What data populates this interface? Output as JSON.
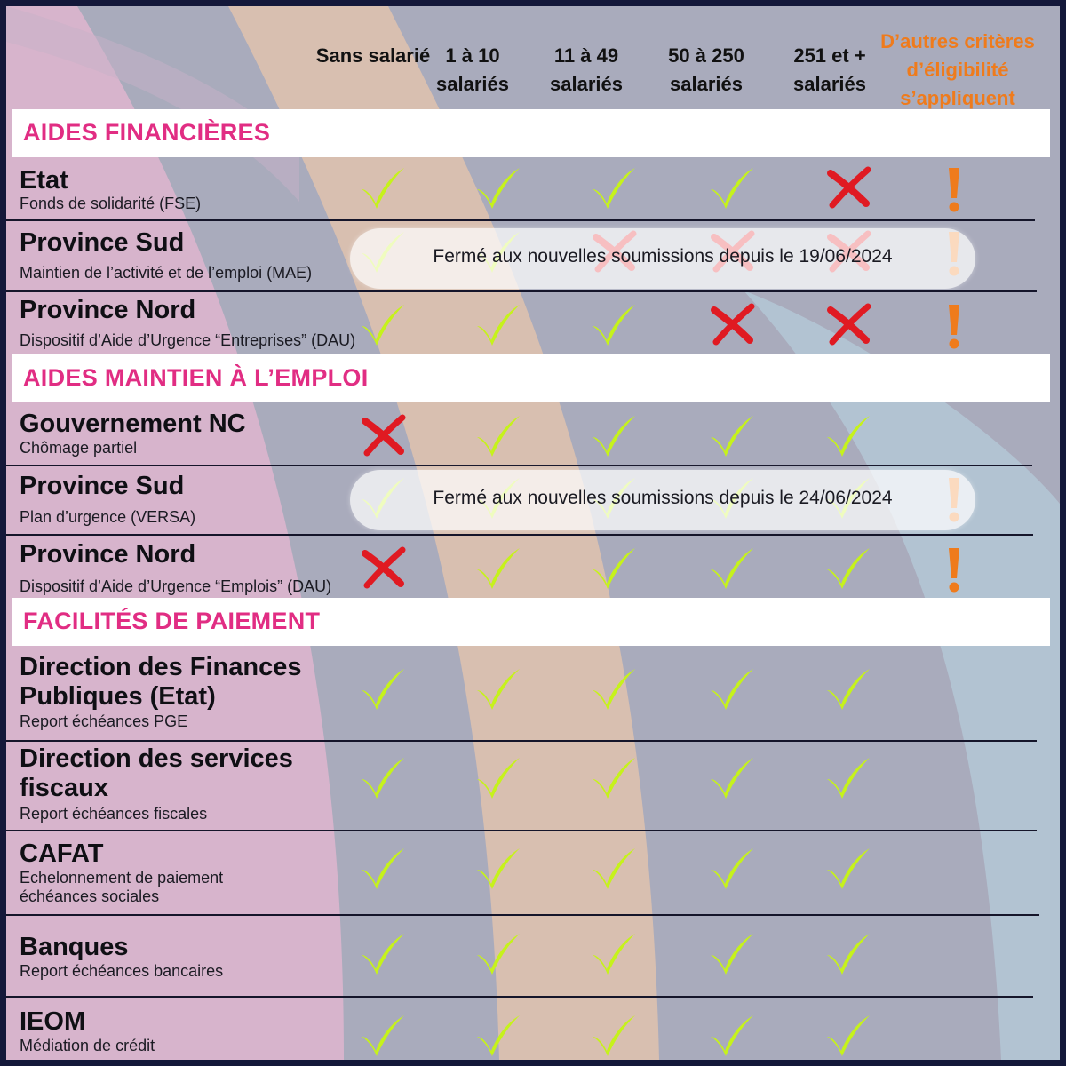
{
  "colors": {
    "check": "#c6f21b",
    "cross": "#e01a22",
    "warning": "#ef7b1c",
    "section_title": "#e12d83",
    "frame": "#14183a"
  },
  "columns": {
    "c1": "Sans salarié",
    "c2": "1 à 10 salariés",
    "c3": "11 à 49 salariés",
    "c4": "50 à 250 salariés",
    "c5": "251 et + salariés",
    "c6": "D’autres critères d’éligibilité s’appliquent"
  },
  "sections": {
    "s1": "AIDES FINANCIÈRES",
    "s2": "AIDES MAINTIEN À L’EMPLOI",
    "s3": "FACILITÉS DE PAIEMENT"
  },
  "rows": [
    {
      "title": "Etat",
      "subtitle": "Fonds de solidarité (FSE)",
      "marks": [
        "check",
        "check",
        "check",
        "check",
        "cross",
        "warning"
      ]
    },
    {
      "title": "Province Sud",
      "subtitle": "Maintien de l’activité et de l’emploi (MAE)",
      "marks": [
        "check",
        "check",
        "cross",
        "cross",
        "cross",
        "warning"
      ],
      "notice": "Fermé aux nouvelles soumissions depuis le 19/06/2024"
    },
    {
      "title": "Province Nord",
      "subtitle": "Dispositif d’Aide d’Urgence “Entreprises” (DAU)",
      "marks": [
        "check",
        "check",
        "check",
        "cross",
        "cross",
        "warning"
      ]
    },
    {
      "title": "Gouvernement NC",
      "subtitle": "Chômage partiel",
      "marks": [
        "cross",
        "check",
        "check",
        "check",
        "check",
        ""
      ]
    },
    {
      "title": "Province Sud",
      "subtitle": "Plan d’urgence (VERSA)",
      "marks": [
        "check",
        "check",
        "check",
        "check",
        "check",
        "warning"
      ],
      "notice": "Fermé aux nouvelles soumissions depuis le 24/06/2024"
    },
    {
      "title": "Province Nord",
      "subtitle": "Dispositif d’Aide d’Urgence “Emplois” (DAU)",
      "marks": [
        "cross",
        "check",
        "check",
        "check",
        "check",
        "warning"
      ]
    },
    {
      "title": "Direction des Finances Publiques (Etat)",
      "title_lines": [
        "Direction des Finances",
        "Publiques (Etat)"
      ],
      "subtitle": "Report échéances PGE",
      "marks": [
        "check",
        "check",
        "check",
        "check",
        "check",
        ""
      ]
    },
    {
      "title": "Direction des services fiscaux",
      "title_lines": [
        "Direction des services",
        "fiscaux"
      ],
      "subtitle": "Report échéances fiscales",
      "marks": [
        "check",
        "check",
        "check",
        "check",
        "check",
        ""
      ]
    },
    {
      "title": "CAFAT",
      "subtitle": "Echelonnement de paiement échéances sociales",
      "subtitle_lines": [
        "Echelonnement de paiement",
        "échéances sociales"
      ],
      "marks": [
        "check",
        "check",
        "check",
        "check",
        "check",
        ""
      ]
    },
    {
      "title": "Banques",
      "subtitle": "Report échéances bancaires",
      "marks": [
        "check",
        "check",
        "check",
        "check",
        "check",
        ""
      ]
    },
    {
      "title": "IEOM",
      "subtitle": "Médiation de crédit",
      "marks": [
        "check",
        "check",
        "check",
        "check",
        "check",
        ""
      ]
    }
  ]
}
